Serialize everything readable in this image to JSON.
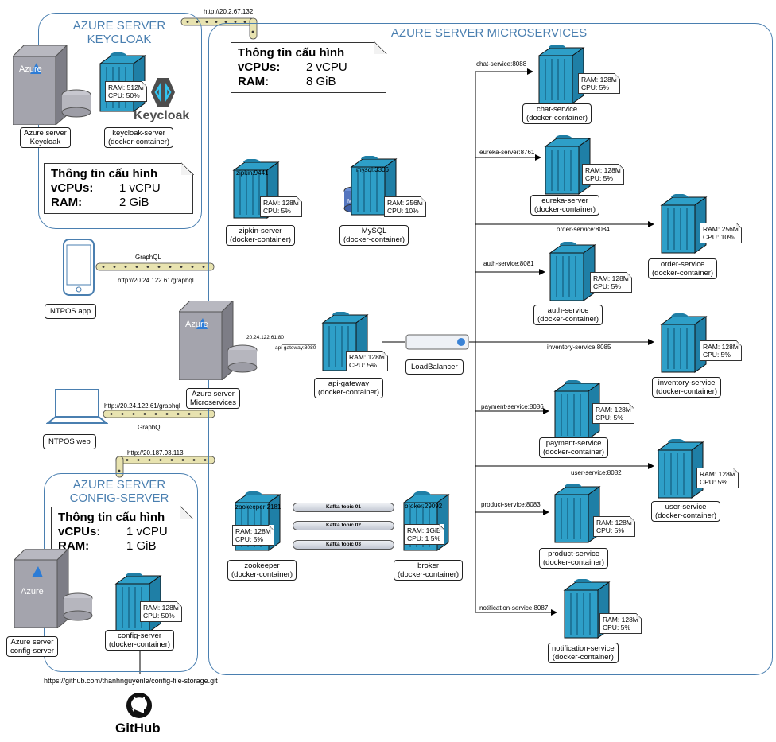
{
  "zones": {
    "keycloak_title_1": "AZURE SERVER",
    "keycloak_title_2": "KEYCLOAK",
    "microservices_title": "AZURE SERVER MICROSERVICES",
    "config_title_1": "AZURE SERVER",
    "config_title_2": "CONFIG-SERVER"
  },
  "config_boxes": {
    "keycloak": {
      "title": "Thông tin cấu hình",
      "vcpu_label": "vCPUs:",
      "vcpu": "1 vCPU",
      "ram_label": "RAM:",
      "ram": "2 GiB"
    },
    "microservices": {
      "title": "Thông tin cấu hình",
      "vcpu_label": "vCPUs:",
      "vcpu": "2 vCPU",
      "ram_label": "RAM:",
      "ram": "8 GiB"
    },
    "config": {
      "title": "Thông tin cấu hình",
      "vcpu_label": "vCPUs:",
      "vcpu": "1 vCPU",
      "ram_label": "RAM:",
      "ram": "1 GiB"
    }
  },
  "servers": {
    "keycloak": {
      "logo": "Azure",
      "caption_1": "Azure server",
      "caption_2": "Keycloak"
    },
    "microservices": {
      "logo": "Azure",
      "caption_1": "Azure server",
      "caption_2": "Microservices"
    },
    "config": {
      "logo": "Azure",
      "caption_1": "Azure server",
      "caption_2": "config-server"
    }
  },
  "brands": {
    "keycloak": "Keycloak",
    "github": "GitHub",
    "mysql": "My"
  },
  "links": {
    "keycloak_url": "http://20.2.67.132",
    "graphql_label": "GraphQL",
    "app_url": "http://20.24.122.61/graphql",
    "web_url": "http://20.24.122.61/graphql",
    "web_graphql": "GraphQL",
    "config_url": "http://20.187.93.113",
    "github_url": "https://github.com/thanhnguyenle/config-file-storage.git",
    "gw_ip": "20.24.122.61:80",
    "gw_port": "api-gateway:8080"
  },
  "clients": {
    "app": "NTPOS app",
    "web": "NTPOS web"
  },
  "loadbalancer": "LoadBalancer",
  "containers": [
    {
      "id": "keycloak",
      "ram": "RAM: 512M",
      "cpu": "CPU: 50%",
      "name": "keycloak-server",
      "sub": "(docker-container)",
      "port": ""
    },
    {
      "id": "zipkin",
      "ram": "RAM: 128M",
      "cpu": "CPU: 5%",
      "name": "zipkin-server",
      "sub": "(docker-container)",
      "port": "zipkin:9441"
    },
    {
      "id": "mysql",
      "ram": "RAM: 256M",
      "cpu": "CPU: 10%",
      "name": "MySQL",
      "sub": "(docker-container)",
      "port": "mysql:3306"
    },
    {
      "id": "apigw",
      "ram": "RAM: 128M",
      "cpu": "CPU: 5%",
      "name": "api-gateway",
      "sub": "(docker-container)",
      "port": ""
    },
    {
      "id": "zookeeper",
      "ram": "RAM: 128M",
      "cpu": "CPU: 5%",
      "name": "zookeeper",
      "sub": "(docker-container)",
      "port": "zookeeper:2181"
    },
    {
      "id": "broker",
      "ram": "RAM: 1GiB",
      "cpu": "CPU: 1 5%",
      "name": "broker",
      "sub": "(docker-container)",
      "port": "broker:29092"
    },
    {
      "id": "configsrv",
      "ram": "RAM: 128M",
      "cpu": "CPU: 50%",
      "name": "config-server",
      "sub": "(docker-container)",
      "port": ""
    },
    {
      "id": "chat",
      "ram": "RAM: 128M",
      "cpu": "CPU: 5%",
      "name": "chat-service",
      "sub": "(docker-container)",
      "port": "chat-service:8088"
    },
    {
      "id": "eureka",
      "ram": "RAM: 128M",
      "cpu": "CPU: 5%",
      "name": "eureka-server",
      "sub": "(docker-container)",
      "port": "eureka-server:8761"
    },
    {
      "id": "order",
      "ram": "RAM: 256M",
      "cpu": "CPU: 10%",
      "name": "order-service",
      "sub": "(docker-container)",
      "port": "order-service:8084"
    },
    {
      "id": "auth",
      "ram": "RAM: 128M",
      "cpu": "CPU: 5%",
      "name": "auth-service",
      "sub": "(docker-container)",
      "port": "auth-service:8081"
    },
    {
      "id": "inventory",
      "ram": "RAM: 128M",
      "cpu": "CPU: 5%",
      "name": "inventory-service",
      "sub": "(docker-container)",
      "port": "inventory-service:8085"
    },
    {
      "id": "payment",
      "ram": "RAM: 128M",
      "cpu": "CPU: 5%",
      "name": "payment-service",
      "sub": "(docker-container)",
      "port": "payment-service:8086"
    },
    {
      "id": "user",
      "ram": "RAM: 128M",
      "cpu": "CPU: 5%",
      "name": "user-service",
      "sub": "(docker-container)",
      "port": "user-service:8082"
    },
    {
      "id": "product",
      "ram": "RAM: 128M",
      "cpu": "CPU: 5%",
      "name": "product-service",
      "sub": "(docker-container)",
      "port": "product-service:8083"
    },
    {
      "id": "notification",
      "ram": "RAM: 128M",
      "cpu": "CPU: 5%",
      "name": "notification-service",
      "sub": "(docker-container)",
      "port": "notification-service:8087"
    }
  ],
  "kafka_topics": [
    "Kafka topic 01",
    "Kafka topic 02",
    "Kafka topic 03"
  ],
  "colors": {
    "zone_border": "#4a7fb0",
    "container": "#2e9fc8",
    "container_dark": "#1f7fa6",
    "server": "#9a9aa2"
  }
}
